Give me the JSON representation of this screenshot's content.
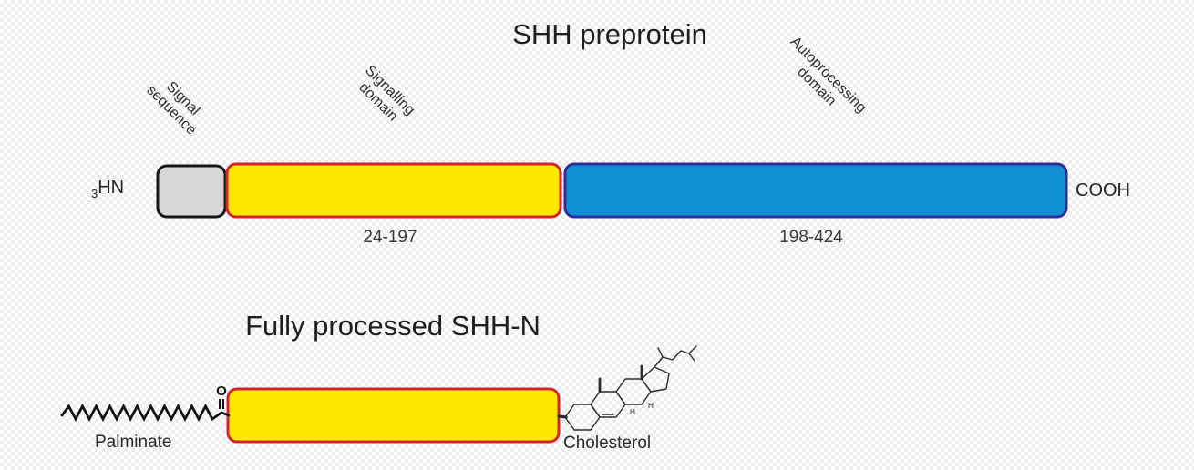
{
  "preprotein": {
    "title": "SHH preprotein",
    "n_terminus": {
      "sub": "3",
      "main": "HN"
    },
    "c_terminus": "COOH",
    "signal": {
      "line1": "Signal",
      "line2": "sequence"
    },
    "signalling": {
      "line1": "Signalling",
      "line2": "domain",
      "range": "24-197"
    },
    "autoprocessing": {
      "line1": "Autoprocessing",
      "line2": "domain",
      "range": "198-424"
    },
    "colors": {
      "signal_fill": "#d8d8d8",
      "signal_border": "#161616",
      "signalling_fill": "#ffe800",
      "signalling_border": "#d5232b",
      "autoprocessing_fill": "#1090d2",
      "autoprocessing_border": "#2c2f97"
    }
  },
  "processed": {
    "title": "Fully processed SHH-N",
    "palmitate_label": "Palminate",
    "cholesterol_label": "Cholesterol",
    "carbonyl_oxygen": "O",
    "h_labels": [
      "H",
      "H"
    ]
  }
}
